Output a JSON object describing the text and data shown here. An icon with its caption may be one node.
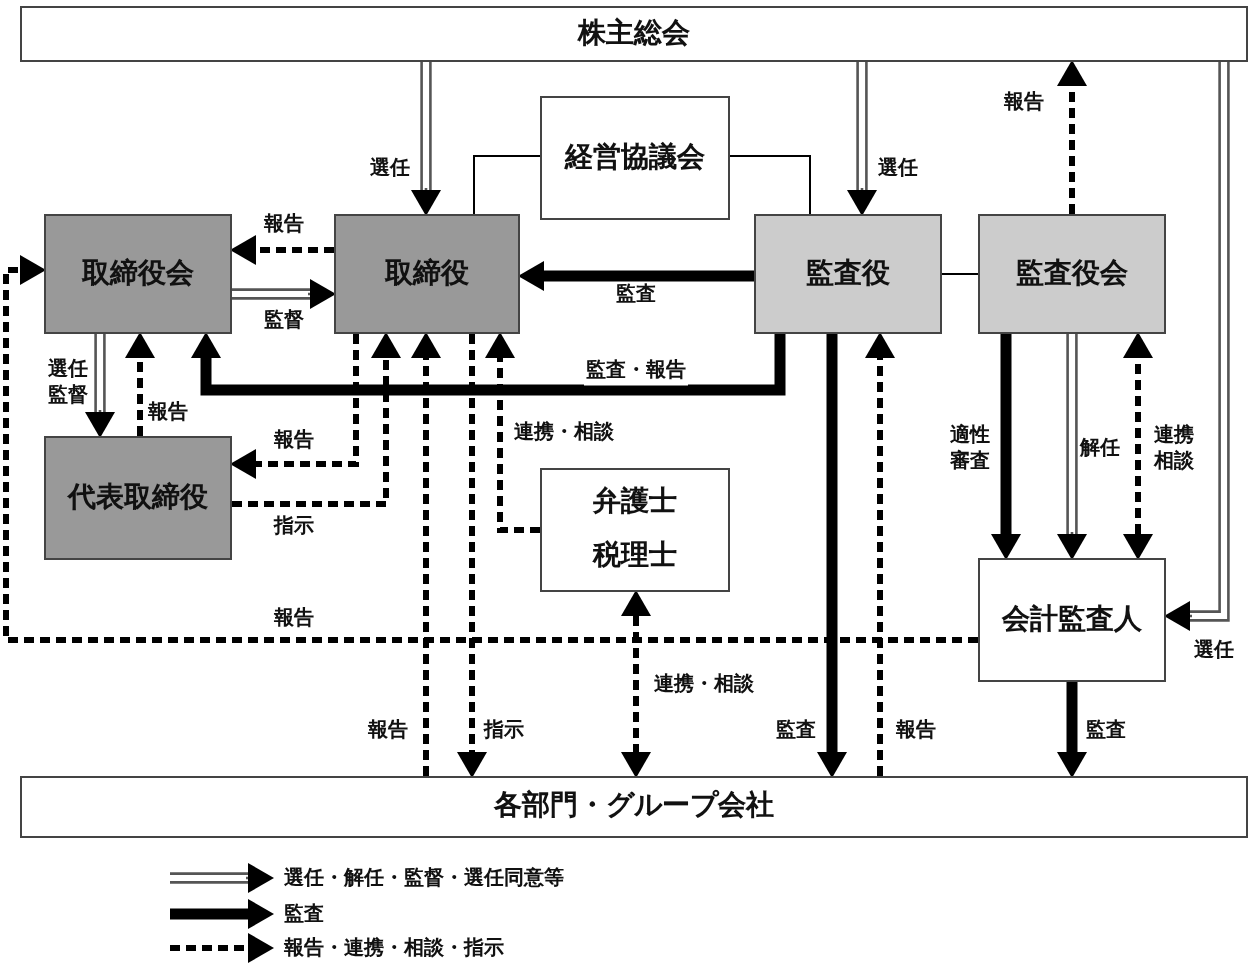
{
  "diagram": {
    "nodes": [
      {
        "text": [
          "株主総会"
        ]
      },
      {
        "text": [
          "経営協議会"
        ]
      },
      {
        "text": [
          "取締役会"
        ]
      },
      {
        "text": [
          "取締役"
        ]
      },
      {
        "text": [
          "監査役"
        ]
      },
      {
        "text": [
          "監査役会"
        ]
      },
      {
        "text": [
          "代表取締役"
        ]
      },
      {
        "text": [
          "弁護士",
          "税理士"
        ]
      },
      {
        "text": [
          "会計監査人"
        ]
      },
      {
        "text": [
          "各部門・グループ会社"
        ]
      }
    ],
    "edges": [
      {
        "from": 0,
        "to": 3,
        "arrow": "to",
        "label": "選任"
      },
      {
        "from": 0,
        "to": 4,
        "arrow": "to",
        "label": "選任"
      },
      {
        "from": 5,
        "to": 0,
        "arrow": "to",
        "label": "報告",
        "style": "dashed"
      },
      {
        "from": 3,
        "to": 2,
        "arrow": "to",
        "label": "報告",
        "style": "dashed"
      },
      {
        "from": 2,
        "to": 3,
        "arrow": "to",
        "label": "監督"
      },
      {
        "from": 4,
        "to": 3,
        "arrow": "to",
        "label": "監査",
        "style": "thick"
      },
      {
        "from": 4,
        "to": 2,
        "arrow": "to",
        "label": "監査・報告",
        "style": "thick"
      },
      {
        "from": 2,
        "to": 6,
        "arrow": "to",
        "label": "選任監督"
      },
      {
        "from": 6,
        "to": 2,
        "arrow": "to",
        "label": "報告",
        "style": "dashed"
      },
      {
        "from": 3,
        "to": 6,
        "arrow": "to",
        "label": "報告",
        "style": "dashed"
      },
      {
        "from": 6,
        "to": 3,
        "arrow": "to",
        "label": "指示",
        "style": "dashed"
      },
      {
        "from": 9,
        "to": 3,
        "arrow": "to",
        "label": "報告",
        "style": "dashed"
      },
      {
        "from": 3,
        "to": 9,
        "arrow": "to",
        "label": "指示",
        "style": "dashed"
      },
      {
        "from": 7,
        "to": 3,
        "arrow": "to",
        "label": "連携・相談",
        "style": "dashed"
      },
      {
        "from": 7,
        "to": 9,
        "arrow": "both",
        "label": "連携・相談",
        "style": "dashed"
      },
      {
        "from": 4,
        "to": 9,
        "arrow": "to",
        "label": "監査",
        "style": "thick"
      },
      {
        "from": 9,
        "to": 4,
        "arrow": "to",
        "label": "報告",
        "style": "dashed"
      },
      {
        "from": 5,
        "to": 8,
        "arrow": "to",
        "label": "適性審査",
        "style": "thick"
      },
      {
        "from": 5,
        "to": 8,
        "arrow": "to",
        "label": "解任"
      },
      {
        "from": 8,
        "to": 5,
        "arrow": "both",
        "label": "連携相談",
        "style": "dashed"
      },
      {
        "from": 0,
        "to": 8,
        "arrow": "to",
        "label": "選任"
      },
      {
        "from": 8,
        "to": 9,
        "arrow": "to",
        "label": "監査",
        "style": "thick"
      },
      {
        "from": 8,
        "to": 2,
        "arrow": "to",
        "label": "報告",
        "style": "dashed"
      },
      {
        "from": 1,
        "to": 3,
        "arrow": "none"
      },
      {
        "from": 1,
        "to": 4,
        "arrow": "none"
      },
      {
        "from": 4,
        "to": 5,
        "arrow": "none"
      }
    ],
    "legend": [
      {
        "text": "選任・解任・監督・選任同意等"
      },
      {
        "text": "監査"
      },
      {
        "text": "報告・連携・相談・指示"
      }
    ]
  }
}
